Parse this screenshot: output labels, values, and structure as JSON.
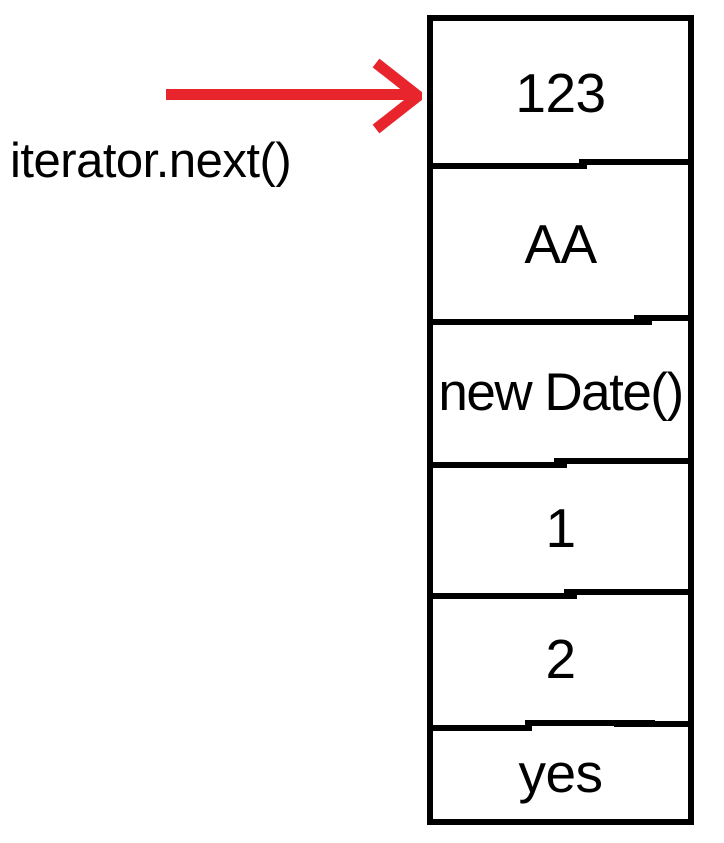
{
  "diagram": {
    "type": "vertical-stack-cells",
    "annotation": {
      "label": "iterator.next()",
      "arrow_color": "#e8252c",
      "arrow_direction": "right",
      "points_to": "123"
    },
    "stack": {
      "border_color": "#000000",
      "background": "#ffffff",
      "cells": [
        {
          "value": "123"
        },
        {
          "value": "AA"
        },
        {
          "value": "new Date()"
        },
        {
          "value": "1"
        },
        {
          "value": "2"
        },
        {
          "value": "yes"
        }
      ]
    }
  }
}
